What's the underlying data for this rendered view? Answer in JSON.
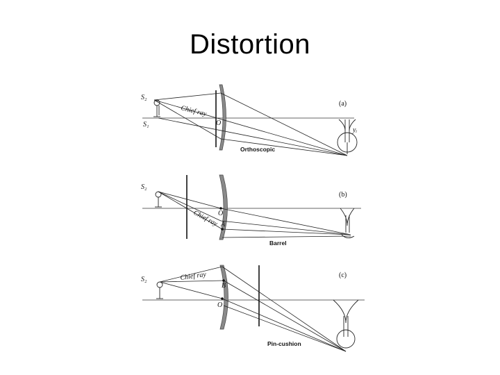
{
  "slide": {
    "title": "Distortion"
  },
  "panels": [
    {
      "letter": "(a)",
      "caption": "Orthoscopic",
      "ray_label": "Chief ray",
      "labels": {
        "s_top": "S₂",
        "s_bottom": "S₁",
        "point": "O",
        "image": "yᵢ"
      }
    },
    {
      "letter": "(b)",
      "caption": "Barrel",
      "ray_label": "Chief ray",
      "labels": {
        "s_top": "S₂",
        "point_o": "O",
        "point_a": "A"
      }
    },
    {
      "letter": "(c)",
      "caption": "Pin-cushion",
      "ray_label": "Chief ray",
      "labels": {
        "s_top": "S₂",
        "point_b": "B",
        "point_o": "O"
      }
    }
  ]
}
